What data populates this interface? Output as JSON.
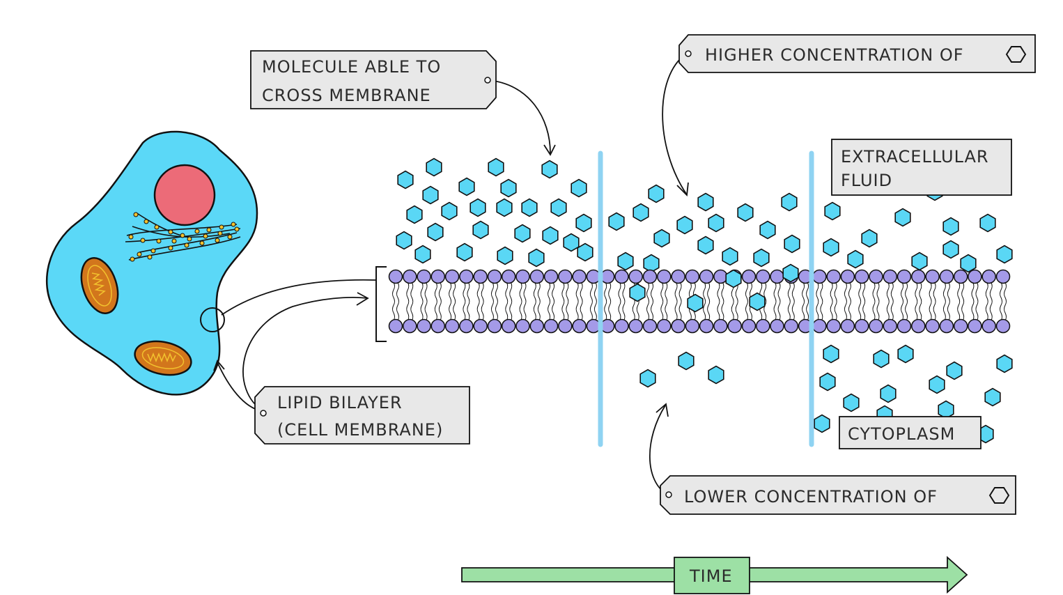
{
  "labels": {
    "molecule_line1": "MOLECULE ABLE TO",
    "molecule_line2": "CROSS MEMBRANE",
    "higher": "HIGHER CONCENTRATION OF",
    "extracellular_line1": "EXTRACELLULAR",
    "extracellular_line2": "FLUID",
    "lipid_line1": "LIPID BILAYER",
    "lipid_line2": "(CELL MEMBRANE)",
    "cytoplasm": "CYTOPLASM",
    "lower": "LOWER CONCENTRATION OF",
    "time": "TIME"
  },
  "colors": {
    "molecule": "#5ad7f5",
    "cell": "#5bd8f7",
    "nucleus": "#ec6b78",
    "mitochondria": "#d2761c",
    "golgi": "#f2c12e",
    "phospholipid_head": "#a49ae8",
    "divider": "#8fd3f2",
    "label_box": "#e8e8e8",
    "time_arrow": "#9de0a5"
  },
  "icons": {
    "molecule_symbol": "hexagon-icon"
  }
}
